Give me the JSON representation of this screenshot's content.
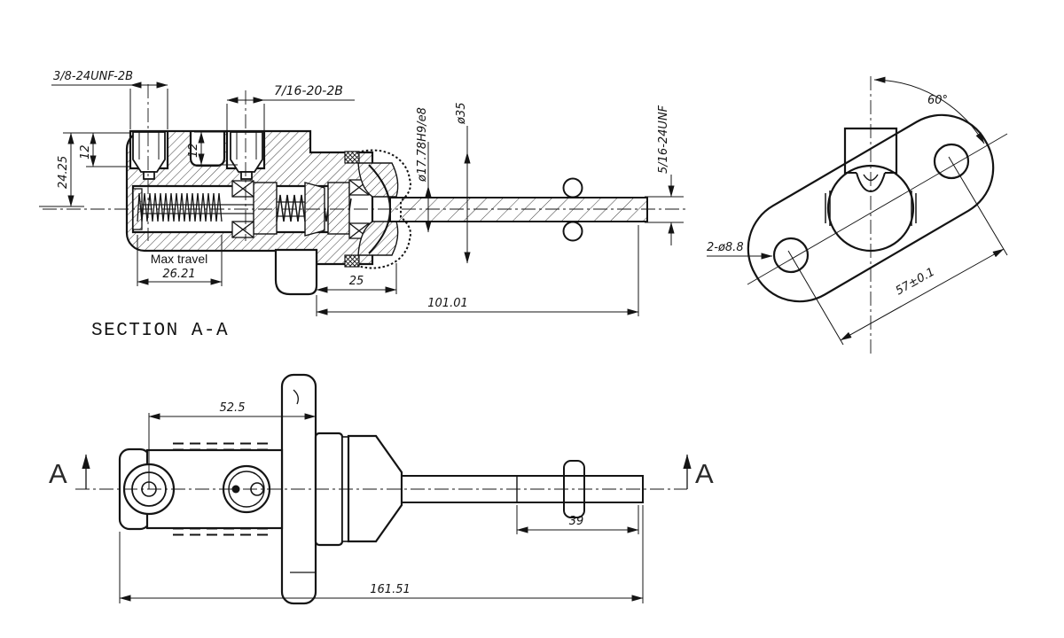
{
  "drawing": {
    "section_title": "SECTION A-A",
    "section": {
      "thread_left": "3/8-24UNF-2B",
      "thread_right": "7/16-20-2B",
      "depth_left": "12",
      "depth_right": "12",
      "height_to_axis": "24.25",
      "max_travel_label": "Max travel",
      "max_travel": "26.21",
      "boot_length": "25",
      "rod_length": "101.01",
      "bore_dia": "ø17.78H9/e8",
      "boot_dia": "ø35",
      "rod_thread": "5/16-24UNF"
    },
    "flange": {
      "port_angle": "60°",
      "bolt_holes": "2-ø8.8",
      "hole_pitch": "57±0.1"
    },
    "side": {
      "cut_label": "A",
      "flange_offset": "52.5",
      "thread_length": "39",
      "overall_length": "161.51"
    }
  }
}
